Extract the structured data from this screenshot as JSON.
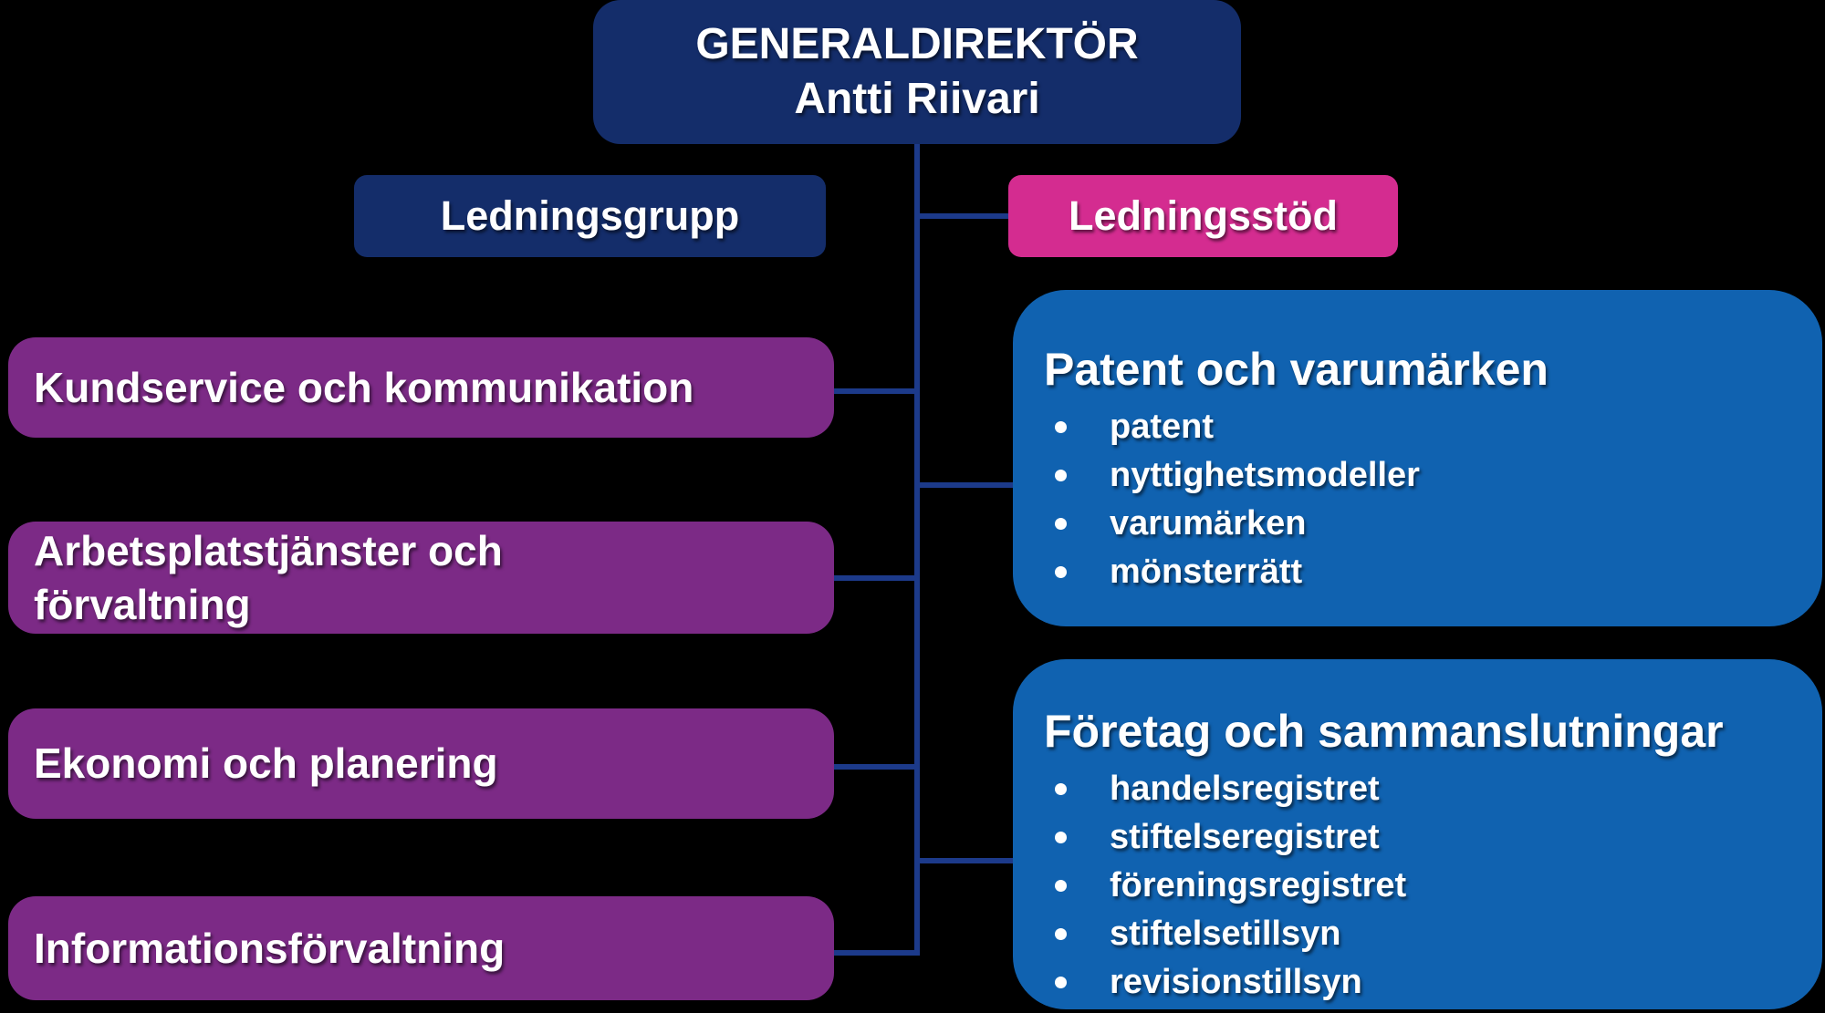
{
  "palette": {
    "background": "#000000",
    "navy": "#142d6a",
    "pink": "#d42c90",
    "purple": "#7c2a86",
    "blue": "#1062b0",
    "connector": "#1c3a8a",
    "text": "#ffffff"
  },
  "org_chart": {
    "director": {
      "title": "GENERALDIREKTÖR",
      "name": "Antti Riivari"
    },
    "management_group_label": "Ledningsgrupp",
    "management_support_label": "Ledningsstöd",
    "left_units": [
      {
        "label": "Kundservice och kommunikation"
      },
      {
        "label": "Arbetsplatstjänster och förvaltning"
      },
      {
        "label": "Ekonomi och planering"
      },
      {
        "label": "Informationsförvaltning"
      }
    ],
    "right_units": [
      {
        "title": "Patent och varumärken",
        "items": [
          "patent",
          "nyttighetsmodeller",
          "varumärken",
          "mönsterrätt"
        ]
      },
      {
        "title": "Företag och sammanslutningar",
        "items": [
          "handelsregistret",
          "stiftelseregistret",
          "föreningsregistret",
          "stiftelsetillsyn",
          "revisionstillsyn"
        ]
      }
    ]
  }
}
